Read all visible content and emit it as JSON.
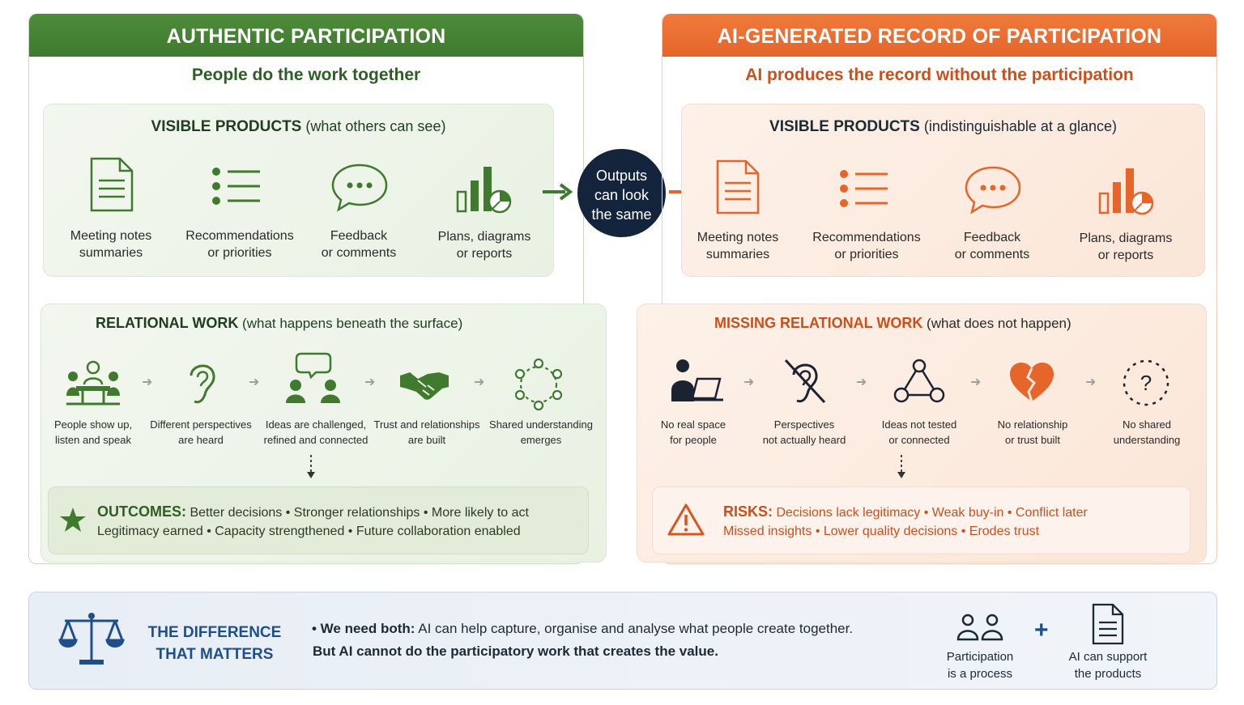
{
  "left": {
    "header": "AUTHENTIC PARTICIPATION",
    "subtitle": "People do the work together",
    "visible_title_bold": "VISIBLE PRODUCTS",
    "visible_title_rest": " (what others can see)",
    "products": [
      {
        "l1": "Meeting notes",
        "l2": "summaries",
        "icon": "document-icon"
      },
      {
        "l1": "Recommendations",
        "l2": "or priorities",
        "icon": "list-icon"
      },
      {
        "l1": "Feedback",
        "l2": "or comments",
        "icon": "speech-bubble-icon"
      },
      {
        "l1": "Plans, diagrams",
        "l2": "or reports",
        "icon": "chart-icon"
      }
    ],
    "relational_title_bold": "RELATIONAL WORK",
    "relational_title_rest": " (what happens beneath the surface)",
    "steps": [
      {
        "l1": "People show up,",
        "l2": "listen and speak",
        "icon": "people-meeting-icon"
      },
      {
        "l1": "Different perspectives",
        "l2": "are heard",
        "icon": "ear-icon"
      },
      {
        "l1": "Ideas are challenged,",
        "l2": "refined and connected",
        "icon": "discussion-icon"
      },
      {
        "l1": "Trust and relationships",
        "l2": "are built",
        "icon": "handshake-icon"
      },
      {
        "l1": "Shared understanding",
        "l2": "emerges",
        "icon": "circle-people-icon"
      }
    ],
    "outcomes_label": "OUTCOMES:",
    "outcomes_line1": "Better decisions • Stronger relationships • More likely to act",
    "outcomes_line2": "Legitimacy earned • Capacity strengthened • Future collaboration enabled"
  },
  "center": {
    "l1": "Outputs",
    "l2": "can look",
    "l3": "the same"
  },
  "right": {
    "header": "AI-GENERATED RECORD OF PARTICIPATION",
    "subtitle": "AI produces the record without the participation",
    "visible_title_bold": "VISIBLE PRODUCTS",
    "visible_title_rest": " (indistinguishable at a glance)",
    "products": [
      {
        "l1": "Meeting notes",
        "l2": "summaries",
        "icon": "document-icon"
      },
      {
        "l1": "Recommendations",
        "l2": "or priorities",
        "icon": "list-icon"
      },
      {
        "l1": "Feedback",
        "l2": "or comments",
        "icon": "speech-bubble-icon"
      },
      {
        "l1": "Plans, diagrams",
        "l2": "or reports",
        "icon": "chart-icon"
      }
    ],
    "relational_title_bold": "MISSING RELATIONAL WORK",
    "relational_title_rest": " (what does not happen)",
    "steps": [
      {
        "l1": "No real space",
        "l2": "for people",
        "icon": "person-laptop-icon"
      },
      {
        "l1": "Perspectives",
        "l2": "not actually heard",
        "icon": "ear-crossed-icon"
      },
      {
        "l1": "Ideas not tested",
        "l2": "or connected",
        "icon": "network-icon"
      },
      {
        "l1": "No relationship",
        "l2": "or trust built",
        "icon": "broken-heart-icon"
      },
      {
        "l1": "No shared",
        "l2": "understanding",
        "icon": "question-circle-icon"
      }
    ],
    "risks_label": "RISKS:",
    "risks_line1": "Decisions lack legitimacy • Weak buy-in • Conflict later",
    "risks_line2": "Missed insights • Lower quality decisions • Erodes trust"
  },
  "bottom": {
    "title_l1": "THE DIFFERENCE",
    "title_l2": "THAT MATTERS",
    "bullet_bold": "• We need both:",
    "bullet_rest": " AI can help capture, organise and analyse what people create together.",
    "line2": "But AI cannot do the participatory work that creates the value.",
    "participation_l1": "Participation",
    "participation_l2": "is a process",
    "plus": "+",
    "ai_l1": "AI can support",
    "ai_l2": "the products"
  },
  "colors": {
    "green": "#3f7a2e",
    "orange": "#e5652a",
    "navy": "#14243d",
    "blue_title": "#1f4f8a"
  }
}
